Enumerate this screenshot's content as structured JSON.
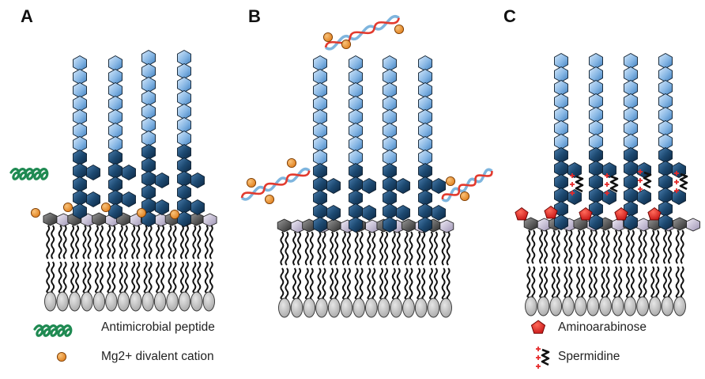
{
  "panels": [
    {
      "label": "A"
    },
    {
      "label": "B"
    },
    {
      "label": "C"
    }
  ],
  "legend": [
    {
      "icon": "antimicrobial-peptide-icon",
      "text": "Antimicrobial peptide"
    },
    {
      "icon": "mg2-cation-icon",
      "text": "Mg2+ divalent cation"
    },
    {
      "icon": "aminoarabinose-icon",
      "text": "Aminoarabinose"
    },
    {
      "icon": "spermidine-icon",
      "text": "Spermidine"
    }
  ],
  "colors": {
    "light_hex": "#7fb2e3",
    "dark_hex": "#163e60",
    "lipid_head": "#c8c8c8",
    "core": "#c9c2d9",
    "peptide": "#1f8a52",
    "cation": "#e8902f",
    "aminoarabinose": "#e52b2b",
    "dna_red": "#e23a2e",
    "dna_blue": "#7eb5de",
    "spermidine_plus": "#e52b2b"
  }
}
